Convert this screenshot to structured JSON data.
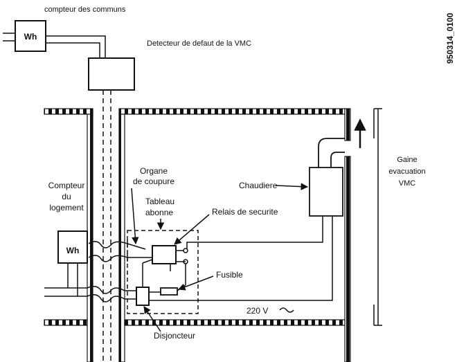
{
  "reference": "950314_0100",
  "labels": {
    "compteur_communs": "compteur des communs",
    "wh_top": "Wh",
    "detecteur": "Detecteur de defaut de la VMC",
    "organe": [
      "Organe",
      "de coupure"
    ],
    "compteur_logement": [
      "Compteur",
      "du",
      "logement"
    ],
    "tableau": [
      "Tableau",
      "abonne"
    ],
    "relais": "Relais de securite",
    "chaudiere": "Chaudiere",
    "gaine": [
      "Gaine",
      "evacuation",
      "VMC"
    ],
    "wh_bottom": "Wh",
    "fusible": "Fusible",
    "tension": "220 V",
    "disjoncteur": "Disjoncteur"
  }
}
